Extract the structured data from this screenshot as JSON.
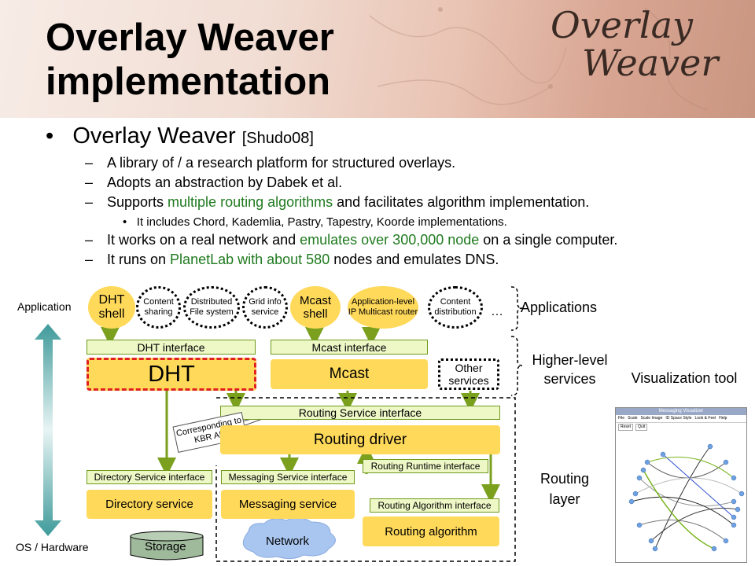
{
  "slide": {
    "title_line1": "Overlay Weaver",
    "title_line2": "implementation",
    "logo_line1": "Overlay",
    "logo_line2": "Weaver",
    "bullet_marker": "•",
    "bullet_main": "Overlay Weaver ",
    "bullet_ref": "[Shudo08]",
    "dash": "–",
    "sub1": "A library of / a research platform for structured overlays.",
    "sub2": "Adopts an abstraction by Dabek et al.",
    "sub3_pre": "Supports ",
    "sub3_green": "multiple routing algorithms",
    "sub3_post": " and facilitates algorithm implementation.",
    "subsub_marker": "•",
    "subsub": "It includes Chord, Kademlia, Pastry, Tapestry, Koorde implementations.",
    "sub4_pre": "It works on a real network and ",
    "sub4_green": "emulates over 300,000 node",
    "sub4_post": " on a single computer.",
    "sub5_pre": "It runs on ",
    "sub5_green": "PlanetLab with about 580",
    "sub5_post": " nodes and emulates DNS."
  },
  "diagram": {
    "axis_top": "Application",
    "axis_bottom": "OS / Hardware",
    "dht_shell": "DHT shell",
    "content_sharing": "Content sharing",
    "distributed_fs": "Distributed File system",
    "grid_info": "Grid info service",
    "mcast_shell": "Mcast shell",
    "ip_multicast": "Application-level IP Multicast router",
    "content_distribution": "Content distribution",
    "ellipsis": "…",
    "applications_label": "Applications",
    "dht_interface": "DHT interface",
    "mcast_interface": "Mcast interface",
    "dht": "DHT",
    "mcast": "Mcast",
    "other_services": "Other services",
    "higher_level_label": "Higher-level services",
    "routing_service_interface": "Routing Service interface",
    "corresponding": "Corresponding to KBR API",
    "routing_driver": "Routing driver",
    "directory_service_interface": "Directory Service interface",
    "messaging_service_interface": "Messaging Service interface",
    "routing_runtime_interface": "Routing Runtime interface",
    "routing_algorithm_interface": "Routing Algorithm interface",
    "directory_service": "Directory service",
    "messaging_service": "Messaging service",
    "routing_algorithm": "Routing algorithm",
    "storage": "Storage",
    "network": "Network",
    "routing_layer_label": "Routing layer",
    "visualization_label": "Visualization tool"
  },
  "visualizer": {
    "window_title": "Messaging Visualizer",
    "menu_items": [
      "File",
      "Scale",
      "Scale Image",
      "ID Space Style",
      "Look & Feel",
      "Help"
    ],
    "buttons": [
      "Reset",
      "Quit"
    ]
  },
  "colors": {
    "accent_green": "#1f7a1f",
    "box_yellow": "#ffd95a",
    "dht_border": "#e02020",
    "arrow_green": "#7aa01e",
    "axis_teal": "#3f9a9a"
  }
}
